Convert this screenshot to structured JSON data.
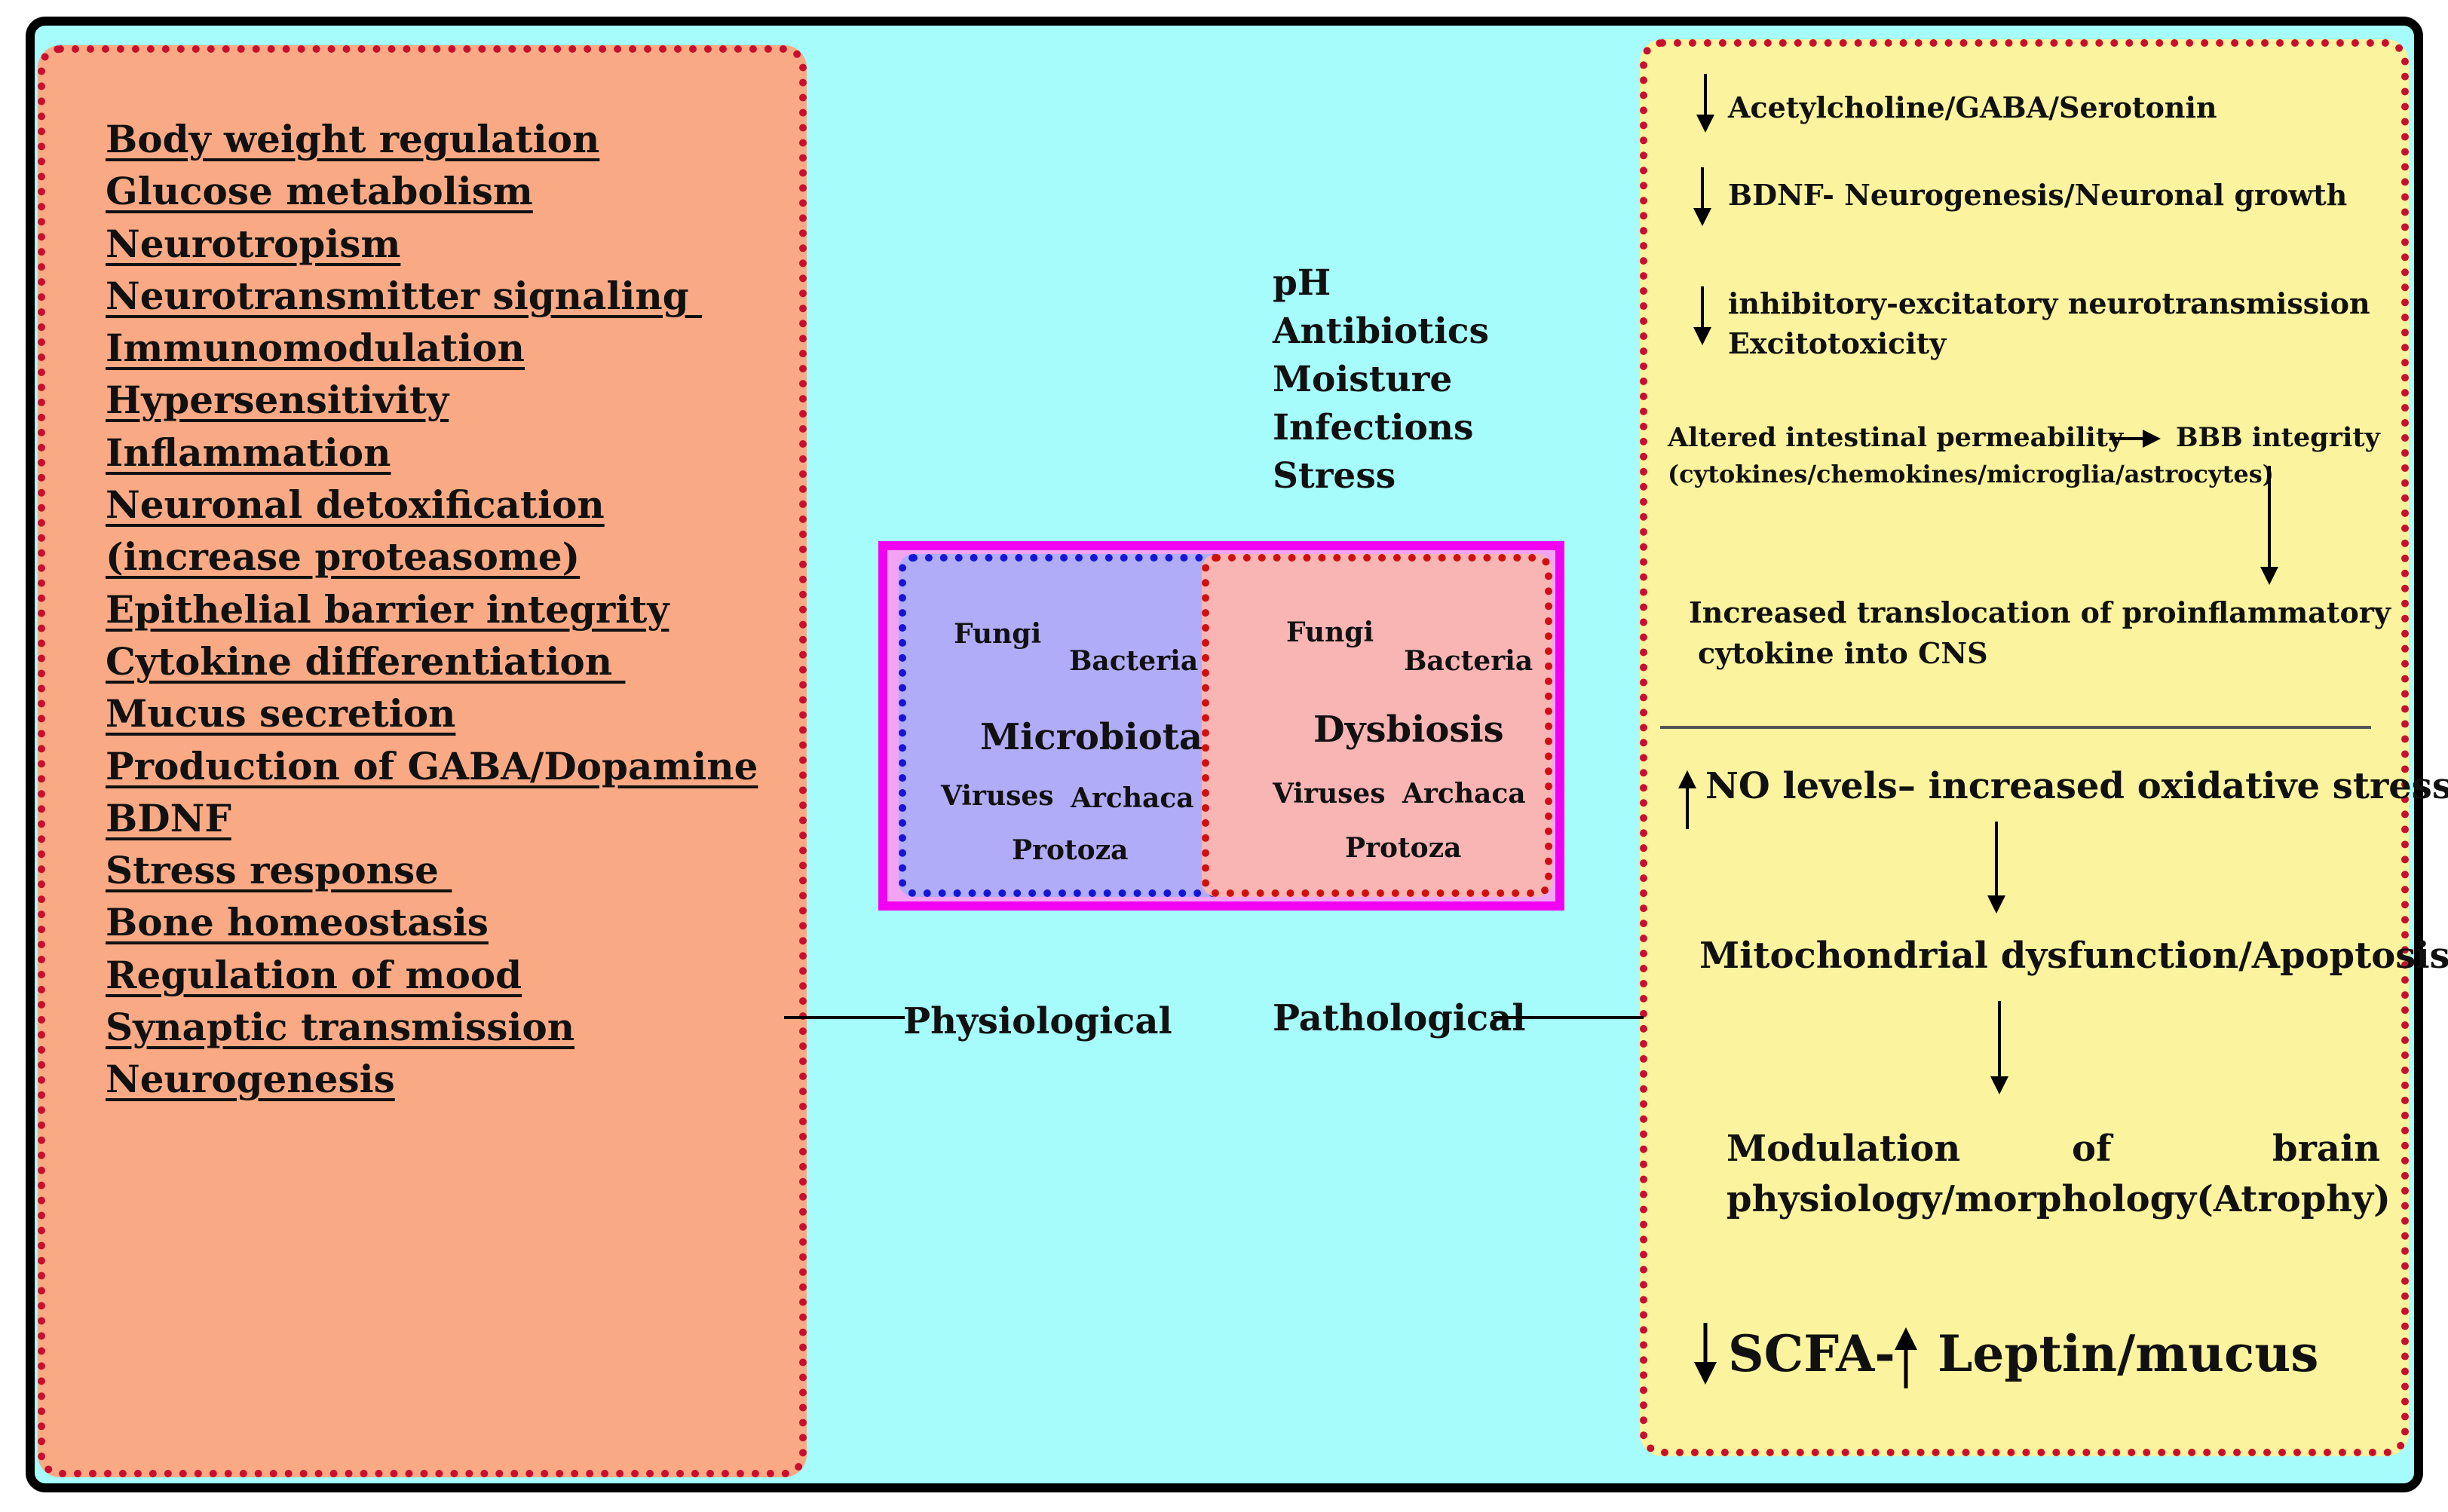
{
  "left_panel": {
    "items": [
      "Body weight regulation",
      "Glucose metabolism",
      "Neurotropism",
      "Neurotransmitter signaling ",
      "Immunomodulation",
      "Hypersensitivity",
      "Inflammation",
      "Neuronal detoxification",
      "(increase proteasome)",
      "Epithelial barrier integrity",
      "Cytokine differentiation ",
      "Mucus secretion",
      "Production of GABA/Dopamine",
      "BDNF",
      "Stress response ",
      "Bone homeostasis",
      "Regulation of mood",
      "Synaptic transmission",
      "Neurogenesis"
    ]
  },
  "center": {
    "factors": [
      "pH",
      "Antibiotics",
      "Moisture",
      "Infections",
      "Stress"
    ],
    "microbiota": {
      "fungi": "Fungi",
      "bacteria": "Bacteria",
      "title": "Microbiota",
      "viruses": "Viruses",
      "archaca": "Archaca",
      "protoza": "Protoza"
    },
    "dysbiosis": {
      "fungi": "Fungi",
      "bacteria": "Bacteria",
      "title": "Dysbiosis",
      "viruses": "Viruses",
      "archaca": "Archaca",
      "protoza": "Protoza"
    },
    "physiological_label": "Physiological",
    "pathological_label": "Pathological"
  },
  "right_panel": {
    "line1": "Acetylcholine/GABA/Serotonin",
    "line2": "BDNF-  Neurogenesis/Neuronal growth",
    "line3a": "inhibitory-excitatory neurotransmission",
    "line3b": "Excitotoxicity",
    "line4a": "Altered intestinal permeability",
    "line4b": "BBB integrity",
    "line4c": "(cytokines/chemokines/microglia/astrocytes)",
    "line5a": "Increased translocation of proinflammatory",
    "line5b": "cytokine into CNS",
    "line6": "NO levels– increased oxidative stress",
    "line7": "Mitochondrial dysfunction/Apoptosis",
    "line8a_1": "Modulation",
    "line8a_2": "of",
    "line8a_3": "brain",
    "line8b": "physiology/morphology(Atrophy)",
    "line9a": "SCFA-",
    "line9b": "Leptin/mucus"
  },
  "colors": {
    "background": "#a6fbfb",
    "left_panel": "#f9aa85",
    "right_panel": "#fbf39d",
    "microbiota_box": "#b1acf8",
    "dysbiosis_box": "#f9b4b4",
    "outer_box_border": "#f200f2",
    "dotted_red": "#c8102e",
    "dotted_blue": "#1515d5"
  }
}
